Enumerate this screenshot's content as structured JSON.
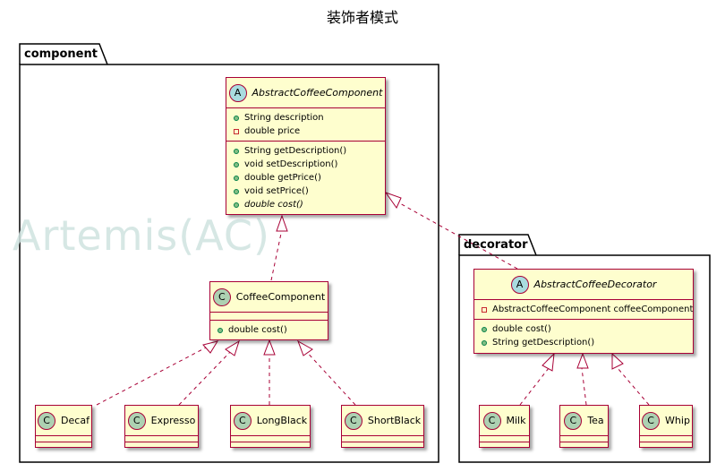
{
  "title": "装饰者模式",
  "watermark": "Artemis(AC)",
  "packages": {
    "component": {
      "label": "component"
    },
    "decorator": {
      "label": "decorator"
    }
  },
  "classes": {
    "abstract_coffee_component": {
      "stereotype": "A",
      "name": "AbstractCoffeeComponent",
      "fields": [
        "String description",
        "double price"
      ],
      "methods": [
        "String getDescription()",
        "void setDescription()",
        "double getPrice()",
        "void setPrice()",
        "double cost()"
      ]
    },
    "coffee_component": {
      "stereotype": "C",
      "name": "CoffeeComponent",
      "methods": [
        "double cost()"
      ]
    },
    "decaf": {
      "stereotype": "C",
      "name": "Decaf"
    },
    "expresso": {
      "stereotype": "C",
      "name": "Expresso"
    },
    "long_black": {
      "stereotype": "C",
      "name": "LongBlack"
    },
    "short_black": {
      "stereotype": "C",
      "name": "ShortBlack"
    },
    "abstract_coffee_decorator": {
      "stereotype": "A",
      "name": "AbstractCoffeeDecorator",
      "fields": [
        "AbstractCoffeeComponent coffeeComponent"
      ],
      "methods": [
        "double cost()",
        "String getDescription()"
      ]
    },
    "milk": {
      "stereotype": "C",
      "name": "Milk"
    },
    "tea": {
      "stereotype": "C",
      "name": "Tea"
    },
    "whip": {
      "stereotype": "C",
      "name": "Whip"
    }
  },
  "colors": {
    "class_fill": "#fefece",
    "class_border": "#a80036",
    "abstract_badge": "#a9dcdf",
    "class_badge": "#add1b2",
    "watermark": "#cfe3e0"
  }
}
